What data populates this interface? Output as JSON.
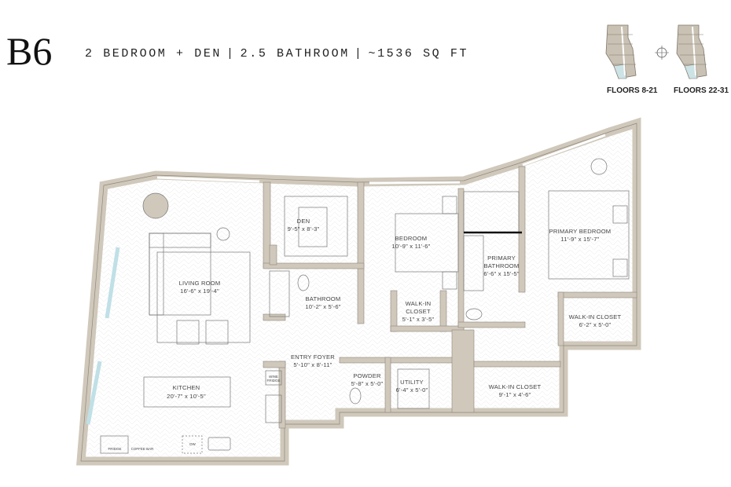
{
  "header": {
    "unit_code": "B6",
    "bedrooms": "2 BEDROOM + DEN",
    "bathrooms": "2.5 BATHROOM",
    "area": "~1536 SQ FT",
    "separator": "|"
  },
  "keyplans": [
    {
      "label": "FLOORS 8-21"
    },
    {
      "label": "FLOORS 22-31"
    }
  ],
  "rooms": {
    "den": {
      "name": "DEN",
      "size": "9'-5\" x 8'-3\""
    },
    "living": {
      "name": "LIVING ROOM",
      "size": "16'-6\" x 19'-4\""
    },
    "bathroom": {
      "name": "BATHROOM",
      "size": "10'-2\" x 5'-6\""
    },
    "bedroom": {
      "name": "BEDROOM",
      "size": "10'-9\" x 11'-6\""
    },
    "walkin1": {
      "name1": "WALK-IN",
      "name2": "CLOSET",
      "size": "5'-1\" x 3'-5\""
    },
    "primary_bath": {
      "name1": "PRIMARY",
      "name2": "BATHROOM",
      "size": "6'-6\" x 15'-5\""
    },
    "primary_bed": {
      "name": "PRIMARY BEDROOM",
      "size": "11'-9\" x 15'-7\""
    },
    "walkin2": {
      "name": "WALK-IN CLOSET",
      "size": "6'-2\" x 5'-0\""
    },
    "foyer": {
      "name": "ENTRY FOYER",
      "size": "5'-10\" x 8'-11\""
    },
    "powder": {
      "name": "POWDER",
      "size": "5'-8\" x 5'-0\""
    },
    "utility": {
      "name": "UTILITY",
      "size": "6'-4\" x 5'-0\""
    },
    "walkin3": {
      "name": "WALK-IN CLOSET",
      "size": "9'-1\" x 4'-6\""
    },
    "kitchen": {
      "name": "KITCHEN",
      "size": "20'-7\" x 10'-5\""
    }
  },
  "appliances": {
    "wine_fridge1": "WINE",
    "wine_fridge2": "FRIDGE",
    "fridge": "FRIDGE",
    "coffee_bar": "COFFEE BAR",
    "dw": "DW"
  },
  "colors": {
    "wall": "#cfc8bb",
    "wall_outline": "#8f887c",
    "highlight_unit": "#cde3e6",
    "window_glass": "#bfe0e6"
  }
}
